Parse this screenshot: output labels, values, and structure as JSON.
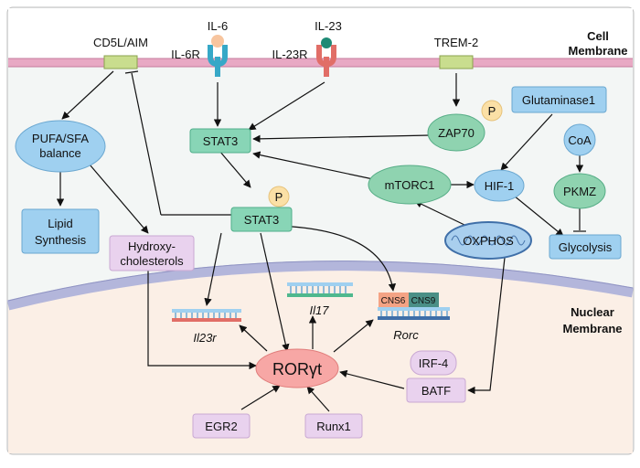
{
  "membrane_labels": {
    "cell_line1": "Cell",
    "cell_line2": "Membrane",
    "nuclear_line1": "Nuclear",
    "nuclear_line2": "Membrane"
  },
  "receptors": {
    "cd5l": "CD5L/AIM",
    "il6": "IL-6",
    "il6r": "IL-6R",
    "il23": "IL-23",
    "il23r": "IL-23R",
    "trem2": "TREM-2"
  },
  "nodes": {
    "pufa_line1": "PUFA/SFA",
    "pufa_line2": "balance",
    "lipid_line1": "Lipid",
    "lipid_line2": "Synthesis",
    "hydroxy_line1": "Hydroxy-",
    "hydroxy_line2": "cholesterols",
    "stat3_upper": "STAT3",
    "stat3_lower": "STAT3",
    "p_stat3": "P",
    "zap70": "ZAP70",
    "p_zap70": "P",
    "glutaminase": "Glutaminase1",
    "coa": "CoA",
    "mtorc1": "mTORC1",
    "hif1": "HIF-1",
    "pkmz": "PKMZ",
    "oxphos": "OXPHOS",
    "glycolysis": "Glycolysis",
    "rorgt": "RORγt",
    "irf4": "IRF-4",
    "batf": "BATF",
    "egr2": "EGR2",
    "runx1": "Runx1"
  },
  "genes": {
    "il23r": "Il23r",
    "il17": "Il17",
    "rorc": "Rorc",
    "cns6": "CNS6",
    "cns9": "CNS9"
  },
  "colors": {
    "membrane_pink": "#e8a9c4",
    "cytoplasm": "#f3f6f5",
    "nucleus": "#fbefe6",
    "nuclear_membrane": "#b3b6db",
    "stat3_fill": "#88d5b6",
    "blue_box": "#9fd0f0",
    "green_ellipse": "#8fd3b0",
    "purple_box": "#e9d2ee",
    "rorgt_fill": "#f7a7a5",
    "p_fill": "#fbe0a6",
    "receptor_yellow_green": "#c9dd8e",
    "il6r_cyan": "#36a8c7",
    "il23r_red": "#e16e67"
  }
}
